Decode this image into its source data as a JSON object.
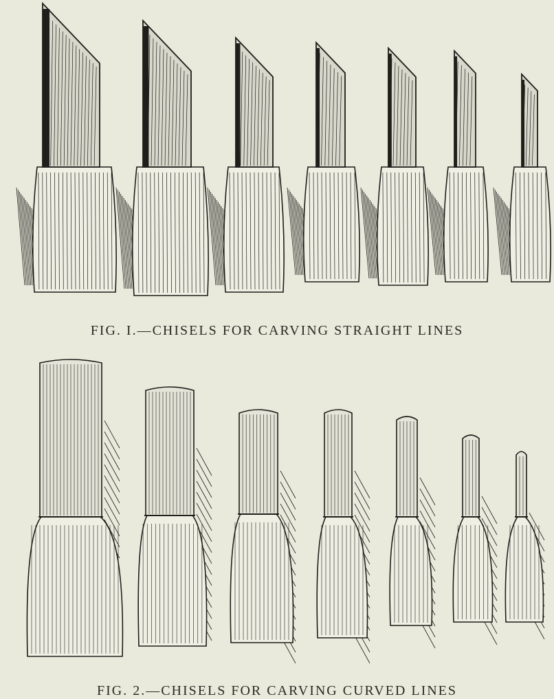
{
  "page": {
    "background": "#e9e9dc",
    "ink": "#1e1e1a"
  },
  "figure1": {
    "caption": "FIG. I.—CHISELS FOR CARVING STRAIGHT LINES",
    "tools": [
      "chisel-1",
      "chisel-2",
      "chisel-3",
      "chisel-4",
      "chisel-5",
      "chisel-6",
      "chisel-7"
    ]
  },
  "figure2": {
    "caption": "FIG. 2.—CHISELS FOR CARVING CURVED LINES",
    "tools": [
      "gouge-1",
      "gouge-2",
      "gouge-3",
      "gouge-4",
      "gouge-5",
      "gouge-6",
      "gouge-7"
    ]
  }
}
